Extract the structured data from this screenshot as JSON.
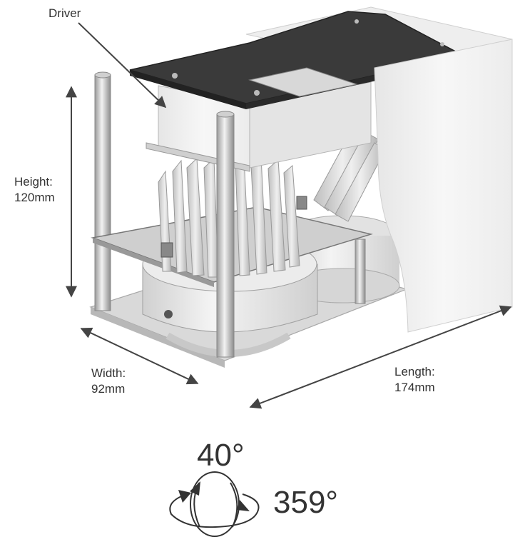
{
  "labels": {
    "driver": "Driver",
    "height": {
      "title": "Height:",
      "value": "120mm"
    },
    "width": {
      "title": "Width:",
      "value": "92mm"
    },
    "length": {
      "title": "Length:",
      "value": "174mm"
    }
  },
  "rotation": {
    "tilt": "40°",
    "spin": "359°"
  },
  "colors": {
    "text": "#333333",
    "arrow": "#444444",
    "plate_dark": "#3a3a3a",
    "metal": "#d8d8d8",
    "housing_white": "#f4f4f4"
  }
}
